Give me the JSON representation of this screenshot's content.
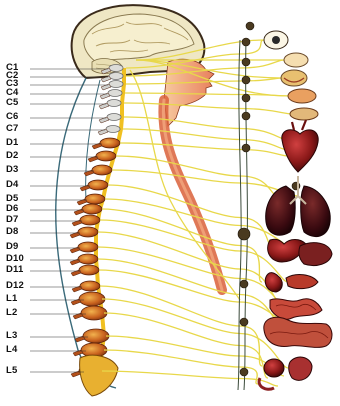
{
  "labels": [
    "C1",
    "C2",
    "C3",
    "C4",
    "C5",
    "C6",
    "C7",
    "D1",
    "D2",
    "D3",
    "D4",
    "D5",
    "D6",
    "D7",
    "D8",
    "D9",
    "D10",
    "D11",
    "D12",
    "L1",
    "L2",
    "L3",
    "L4",
    "L5"
  ],
  "colors": {
    "nerve": "#e8d84a",
    "bone": "#c9621e",
    "bone_light": "#e39a3c",
    "cord": "#f0c020",
    "organ_red": "#9b1b1b",
    "organ_dark": "#4a0d10",
    "ganglion": "#4a3a20",
    "skin": "#e88a6a",
    "brain": "#f3eccb",
    "outline": "#3a2a1a"
  }
}
